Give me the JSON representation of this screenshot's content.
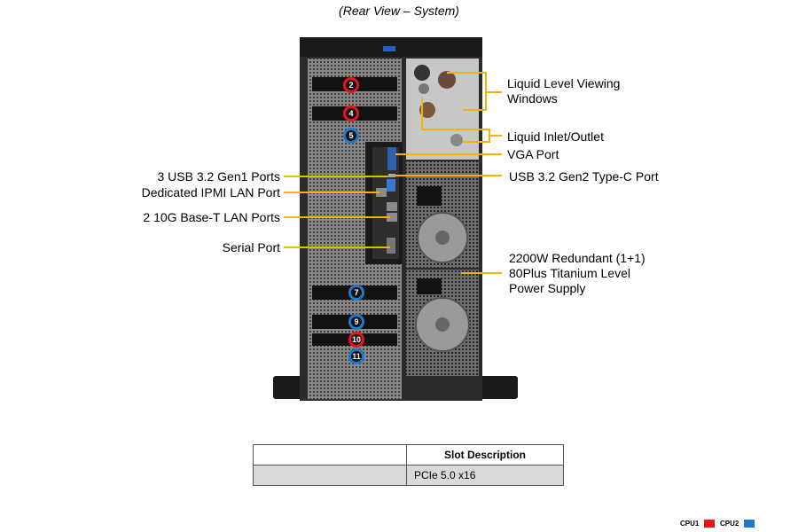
{
  "title": "(Rear View – System)",
  "labels": {
    "liquid_level_1": "Liquid Level Viewing",
    "liquid_level_2": "Windows",
    "liquid_inlet": "Liquid Inlet/Outlet",
    "vga": "VGA Port",
    "usb_typec": "USB 3.2 Gen2 Type-C  Port",
    "psu_1": "2200W Redundant  (1+1)",
    "psu_2": "80Plus Titanium  Level",
    "psu_3": "Power Supply",
    "usb_gen1": "3 USB 3.2 Gen1 Ports",
    "ipmi": "Dedicated IPMI  LAN Port",
    "lan": "2 10G Base-T LAN Ports",
    "serial": "Serial Port"
  },
  "slots": [
    {
      "num": "2",
      "cpu": "CPU1"
    },
    {
      "num": "4",
      "cpu": "CPU1"
    },
    {
      "num": "5",
      "cpu": "CPU2"
    },
    {
      "num": "7",
      "cpu": "CPU2"
    },
    {
      "num": "9",
      "cpu": "CPU2"
    },
    {
      "num": "10",
      "cpu": "CPU1"
    },
    {
      "num": "11",
      "cpu": "CPU2"
    }
  ],
  "table": {
    "header": "Slot Description",
    "description": "PCIe  5.0 x16"
  },
  "legend": {
    "cpu1_label": "CPU1",
    "cpu2_label": "CPU2",
    "cpu1_color": "#e8141b",
    "cpu2_color": "#1f78c8"
  }
}
